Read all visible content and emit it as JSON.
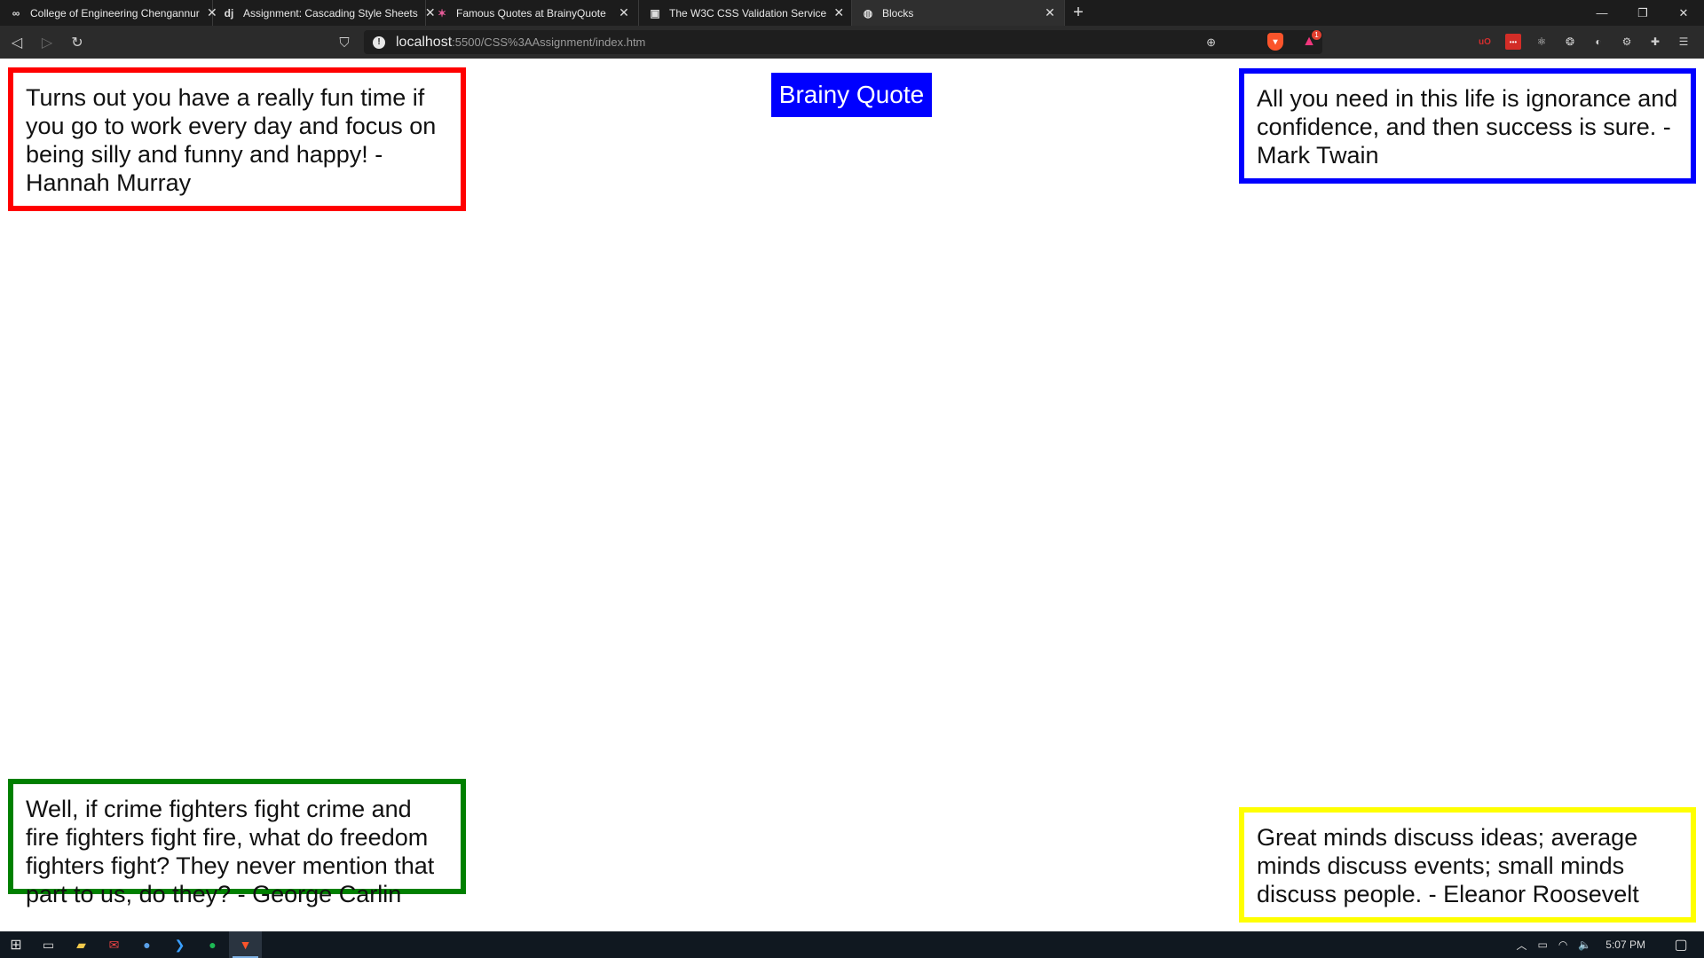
{
  "browser": {
    "tabs": [
      {
        "icon": "infinity-icon",
        "glyph": "∞",
        "title": "College of Engineering Chengannur",
        "active": false
      },
      {
        "icon": "dj-icon",
        "glyph": "dj",
        "title": "Assignment: Cascading Style Sheets",
        "active": false
      },
      {
        "icon": "brainyquote-icon",
        "glyph": "✶",
        "title": "Famous Quotes at BrainyQuote",
        "active": false
      },
      {
        "icon": "w3c-icon",
        "glyph": "▣",
        "title": "The W3C CSS Validation Service",
        "active": false
      },
      {
        "icon": "globe-icon",
        "glyph": "◍",
        "title": "Blocks",
        "active": true
      }
    ],
    "url_host": "localhost",
    "url_path": ":5500/CSS%3AAssignment/index.htm"
  },
  "page": {
    "title": "Brainy Quote",
    "quotes": {
      "top_left": "Turns out you have a really fun time if you go to work every day and focus on being silly and funny and happy! - Hannah Murray",
      "top_right": "All you need in this life is ignorance and confidence, and then success is sure. - Mark Twain",
      "bottom_left": "Well, if crime fighters fight crime and fire fighters fight fire, what do freedom fighters fight? They never mention that part to us, do they? - George Carlin",
      "bottom_right": "Great minds discuss ideas; average minds discuss events; small minds discuss people. - Eleanor Roosevelt"
    },
    "colors": {
      "top_left_border": "#ff0000",
      "top_right_border": "#0000ff",
      "bottom_left_border": "#008000",
      "bottom_right_border": "#ffff00",
      "title_background": "#0000ff"
    }
  },
  "taskbar": {
    "clock": "5:07 PM"
  }
}
